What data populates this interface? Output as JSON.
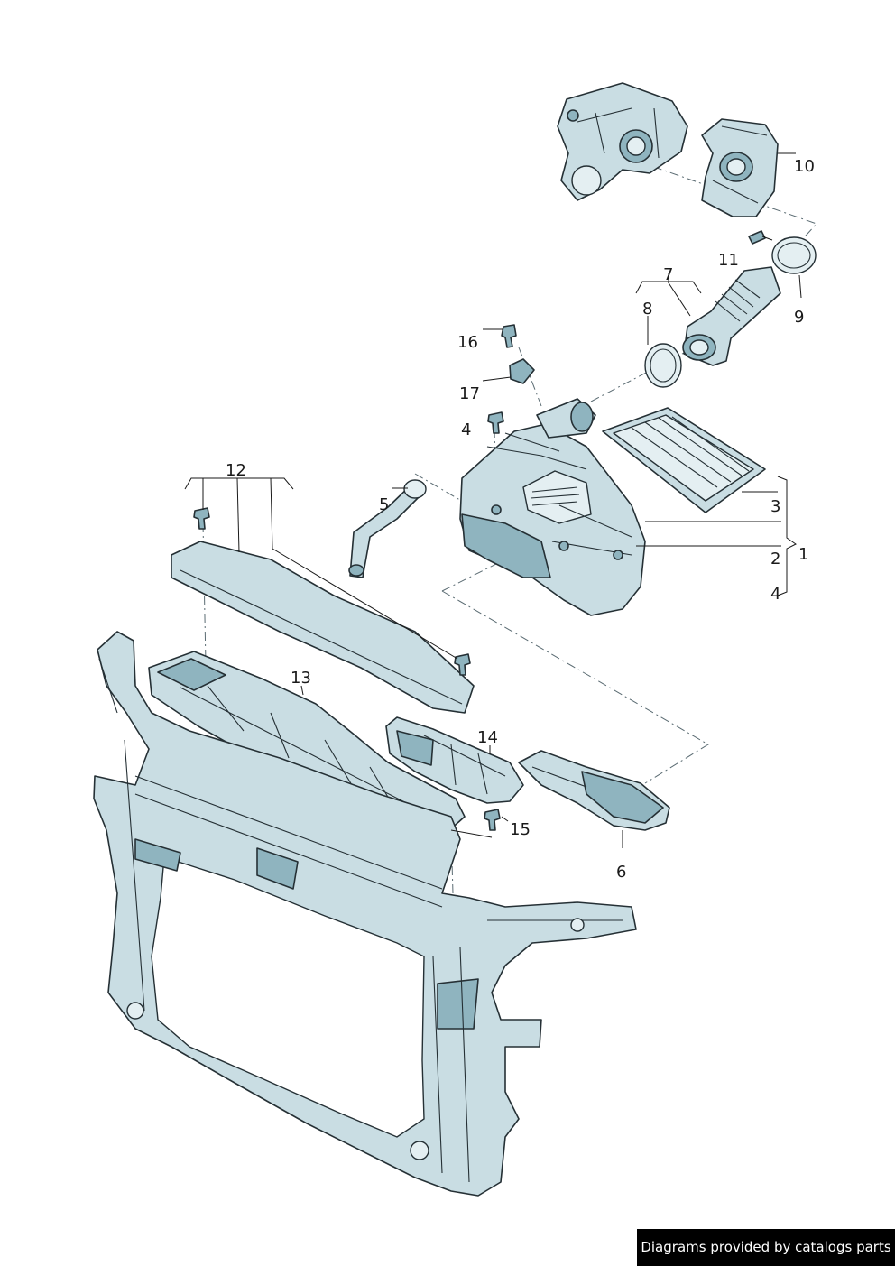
{
  "callouts": {
    "c1": "1",
    "c2": "2",
    "c3": "3",
    "c4a": "4",
    "c4b": "4",
    "c5": "5",
    "c6": "6",
    "c7": "7",
    "c8": "8",
    "c9": "9",
    "c10": "10",
    "c11": "11",
    "c12": "12",
    "c13": "13",
    "c14": "14",
    "c15": "15",
    "c16": "16",
    "c17": "17"
  },
  "credit": "Diagrams provided by catalogs parts",
  "colors": {
    "part_fill": "#c9dde3",
    "part_shade": "#8fb4bf",
    "outline": "#253035",
    "credit_bg": "#000000"
  }
}
